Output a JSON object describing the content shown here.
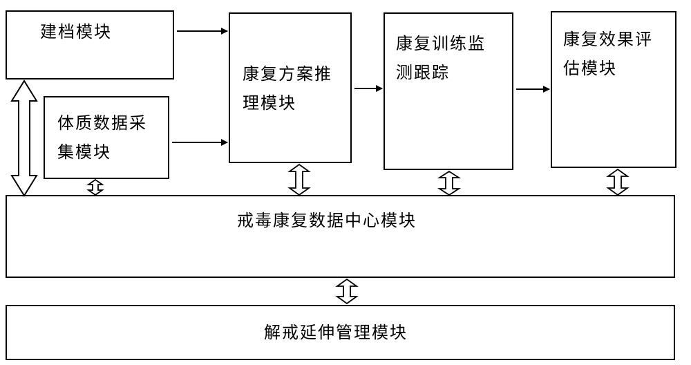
{
  "modules": {
    "archive": {
      "line1": "建档模块"
    },
    "physical": {
      "line1": "体质数据采",
      "line2": "集模块"
    },
    "plan": {
      "line1": "康复方案推",
      "line2": "理模块"
    },
    "monitor": {
      "line1": "康复训练监",
      "line2": "测跟踪"
    },
    "evaluate": {
      "line1": "康复效果评",
      "line2": "估模块"
    },
    "datacenter": {
      "line1": "戒毒康复数据中心模块"
    },
    "release": {
      "line1": "解戒延伸管理模块"
    }
  }
}
